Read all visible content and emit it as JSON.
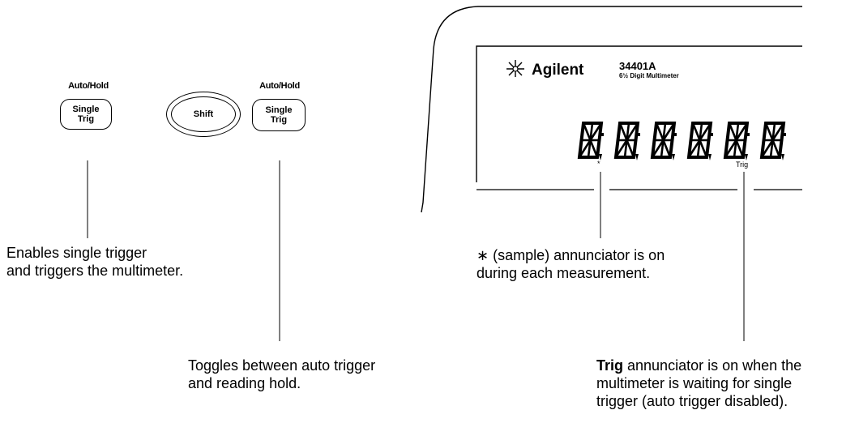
{
  "buttons": {
    "left_top_label": "Auto/Hold",
    "left_key_line1": "Single",
    "left_key_line2": "Trig",
    "shift_label": "Shift",
    "right_top_label": "Auto/Hold",
    "right_key_line1": "Single",
    "right_key_line2": "Trig"
  },
  "instrument": {
    "brand": "Agilent",
    "model": "34401A",
    "model_sub": "6½ Digit Multimeter",
    "annunciator_sample": "*",
    "annunciator_trig": "Trig",
    "digits": 6
  },
  "callouts": {
    "single_trigger": {
      "line1": "Enables single trigger",
      "line2": "and triggers the multimeter."
    },
    "auto_hold": {
      "line1": "Toggles between auto trigger",
      "line2": "and reading hold."
    },
    "sample": {
      "symbol": "∗",
      "line1_rest": " (sample) annunciator is on",
      "line2": "during each measurement."
    },
    "trig": {
      "bold": "Trig",
      "line1_rest": " annunciator is on when the",
      "line2": "multimeter is waiting for single",
      "line3": "trigger (auto trigger disabled)."
    }
  }
}
